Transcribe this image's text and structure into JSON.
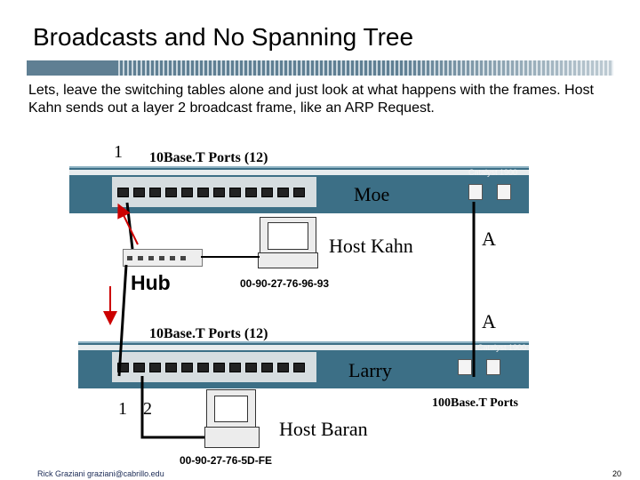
{
  "slide": {
    "title": "Broadcasts and No Spanning Tree",
    "intro": "Lets, leave the switching tables alone and just look at what happens with the frames.   Host Kahn sends out a layer 2 broadcast frame, like an ARP Request.",
    "footer_left": "Rick Graziani graziani@cabrillo.edu",
    "page_number": "20"
  },
  "diagram": {
    "moe": {
      "name": "Moe",
      "ports_label": "10Base.T Ports  (12)",
      "model": "Catalyst 1900",
      "port_number": "1",
      "uplink_port": "A"
    },
    "larry": {
      "name": "Larry",
      "ports_label": "10Base.T Ports  (12)",
      "model": "Catalyst 1900",
      "port_numbers": [
        "1",
        "2"
      ],
      "uplink_port": "A",
      "uplink_label": "100Base.T Ports"
    },
    "hub": {
      "label": "Hub"
    },
    "host_kahn": {
      "name": "Host Kahn",
      "mac": "00-90-27-76-96-93"
    },
    "host_baran": {
      "name": "Host Baran",
      "mac": "00-90-27-76-5D-FE"
    }
  }
}
